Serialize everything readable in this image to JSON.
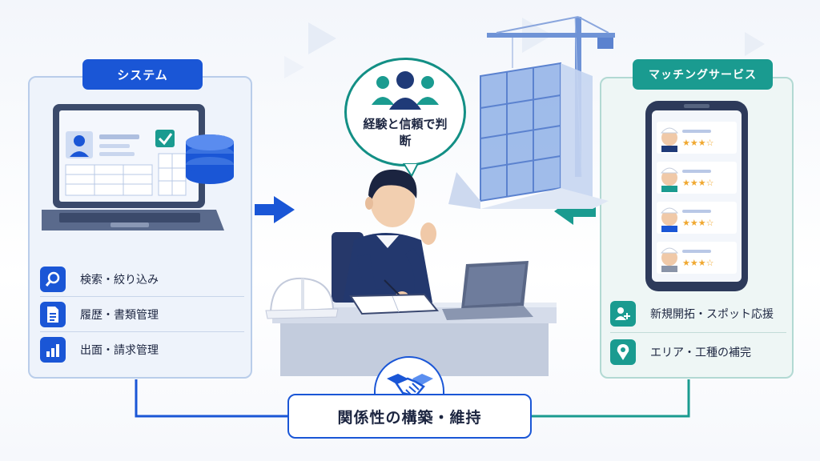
{
  "left_panel": {
    "tag": "システム",
    "features": [
      {
        "icon": "search-icon",
        "label": "検索・絞り込み"
      },
      {
        "icon": "document-icon",
        "label": "履歴・書類管理"
      },
      {
        "icon": "bar-chart-icon",
        "label": "出面・請求管理"
      }
    ]
  },
  "right_panel": {
    "tag": "マッチングサービス",
    "features": [
      {
        "icon": "add-person-icon",
        "label": "新規開拓・スポット応援"
      },
      {
        "icon": "location-pin-icon",
        "label": "エリア・工種の補完"
      }
    ]
  },
  "center": {
    "thought": "経験と信頼で判断",
    "bottom_label": "関係性の構築・維持"
  },
  "colors": {
    "blue": "#1a56d6",
    "teal": "#1a9b90",
    "navy": "#1f3a78",
    "text": "#1c2540"
  }
}
